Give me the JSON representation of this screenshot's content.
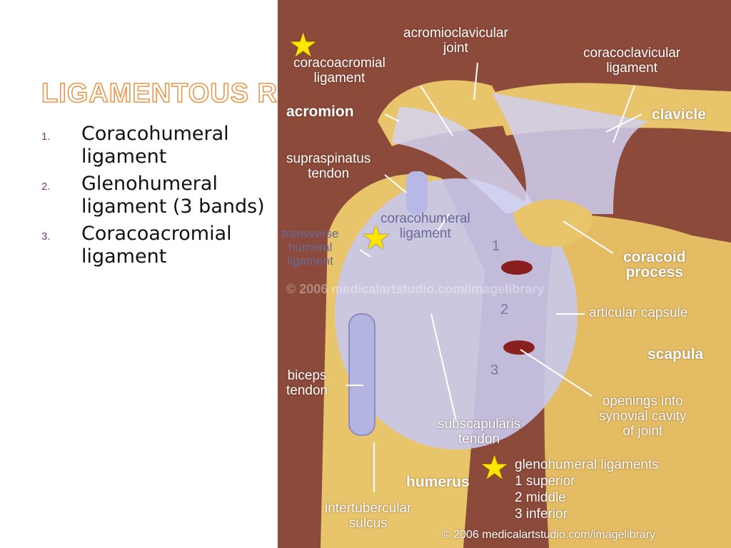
{
  "slide": {
    "title": "LIGAMENTOUS REI",
    "list": [
      {
        "num": "1.",
        "text": "Coracohumeral ligament"
      },
      {
        "num": "2.",
        "text": "Glenohumeral ligament (3 bands)"
      },
      {
        "num": "3.",
        "text": "Coracoacromial ligament"
      }
    ]
  },
  "figure": {
    "labels": {
      "acromioclavicular": "acromioclavicular\njoint",
      "coracoacromial": "coracoacromial\nligament",
      "coracoclavicular": "coracoclavicular\nligament",
      "acromion": "acromion",
      "clavicle": "clavicle",
      "supraspinatus": "supraspinatus\ntendon",
      "coracohumeral": "coracohumeral\nligament",
      "transverse": "transverse\nhumeral\nligament",
      "coracoid": "coracoid\nprocess",
      "articular": "articular capsule",
      "scapula": "scapula",
      "biceps": "biceps\ntendon",
      "openings": "openings into\nsynovial cavity\nof joint",
      "subscapularis": "subscapularis\ntendon",
      "glenohumeral": "glenohumeral ligaments\n1 superior\n2 middle\n3 inferior",
      "humerus": "humerus",
      "intertubercular": "intertubercular\nsulcus"
    },
    "markers": [
      "1",
      "2",
      "3"
    ],
    "watermark": "© 2006  medicalartstudio.com/imagelibrary",
    "copyright": "© 2006 medicalartstudio.com/imagelibrary",
    "star_glyph": "★",
    "colors": {
      "background": "#8b4a3a",
      "bone": "#e8c46a",
      "ligament": "#c8c8ec",
      "star": "#ffe600",
      "title_stroke": "#e8974a"
    }
  }
}
